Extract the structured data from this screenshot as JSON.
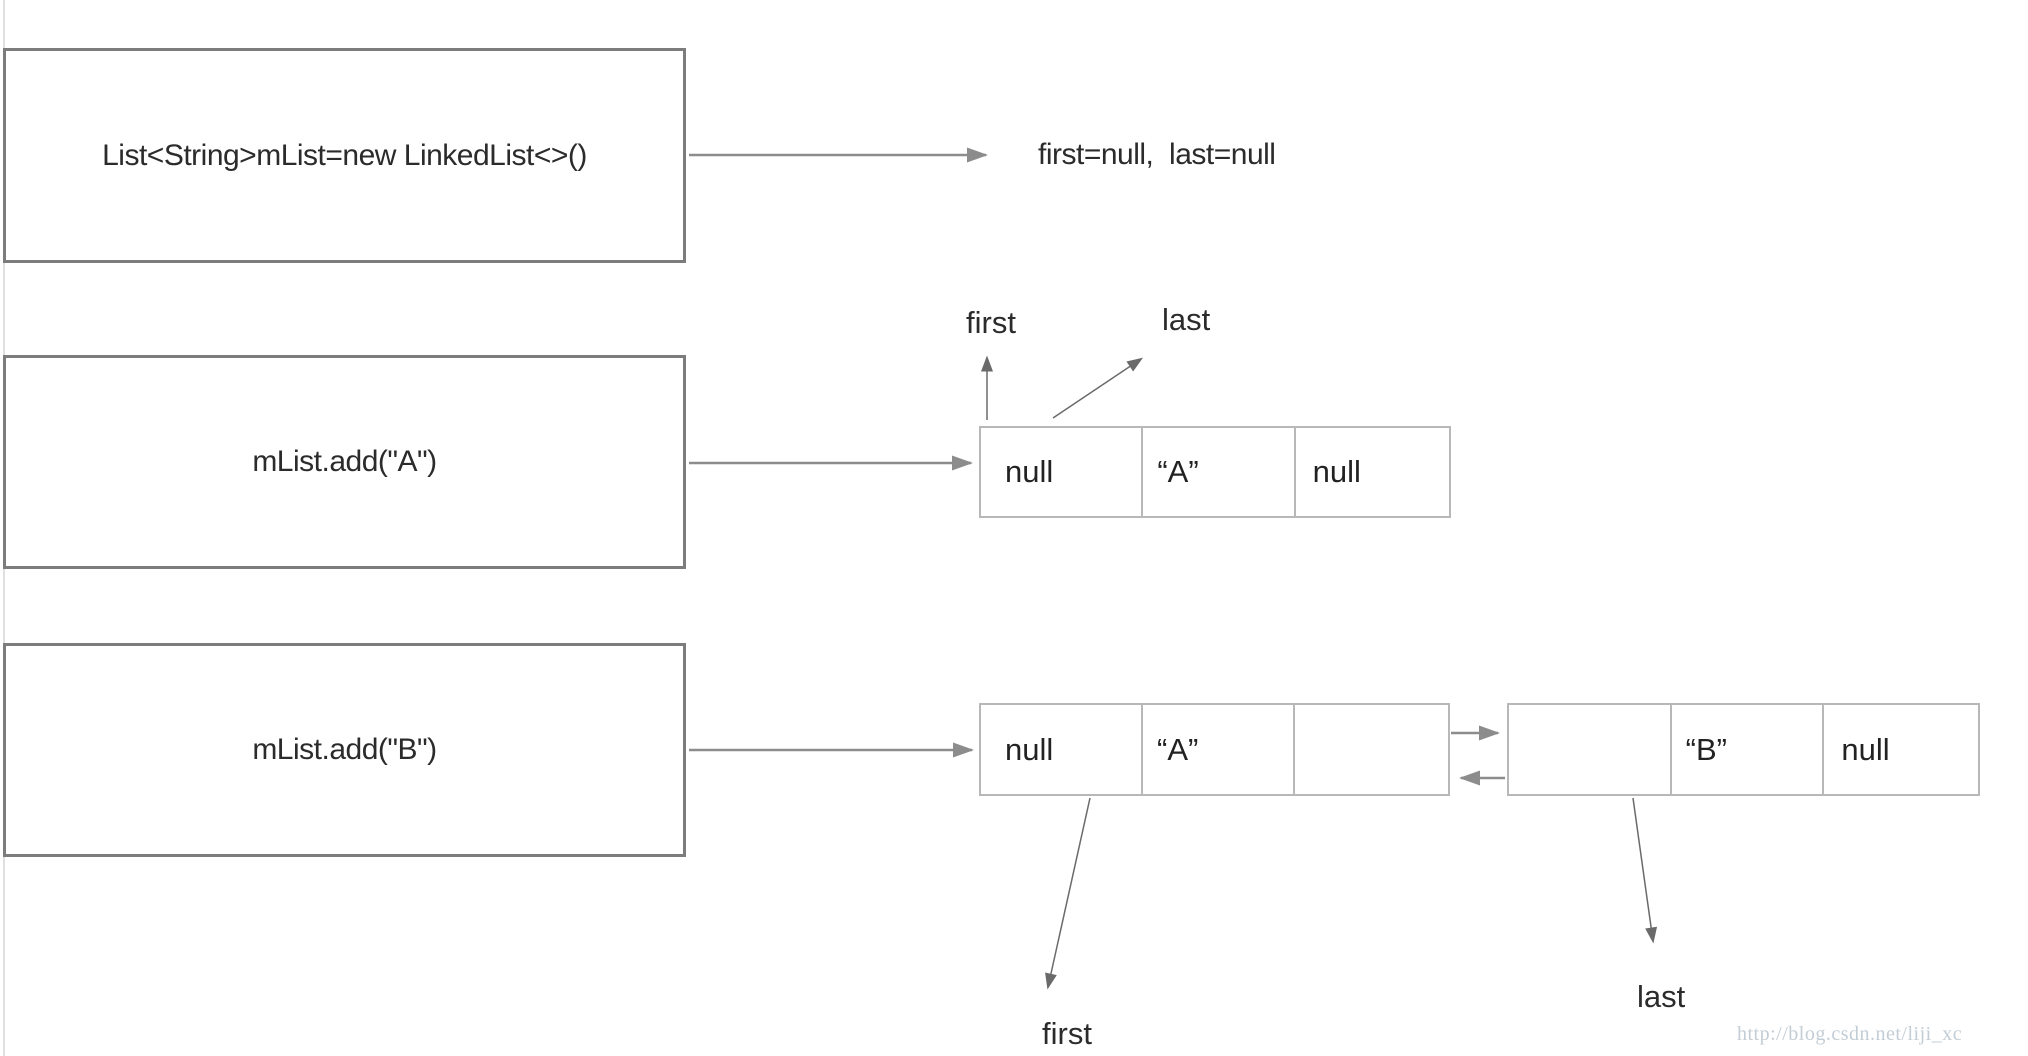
{
  "diagram": {
    "steps": [
      {
        "code": "List<String>mList=new LinkedList<>()",
        "result": "first=null,  last=null"
      },
      {
        "code": "mList.add(\"A\")"
      },
      {
        "code": "mList.add(\"B\")"
      }
    ],
    "pointer_labels": {
      "first": "first",
      "last": "last"
    },
    "nodes": {
      "single": {
        "cells": [
          "null",
          "“A”",
          "null"
        ]
      },
      "pair_a": {
        "cells": [
          "null",
          "“A”",
          ""
        ]
      },
      "pair_b": {
        "cells": [
          "",
          "“B”",
          "null"
        ]
      }
    },
    "watermark": "http://blog.csdn.net/liji_xc",
    "colors": {
      "box_border": "#7c7c7c",
      "node_border": "#b8b8b8",
      "arrow": "#8c8c8c",
      "thin_arrow": "#6a6a6a",
      "text": "#2b2b2b",
      "watermark": "#c3cdd5",
      "background": "#ffffff"
    }
  }
}
